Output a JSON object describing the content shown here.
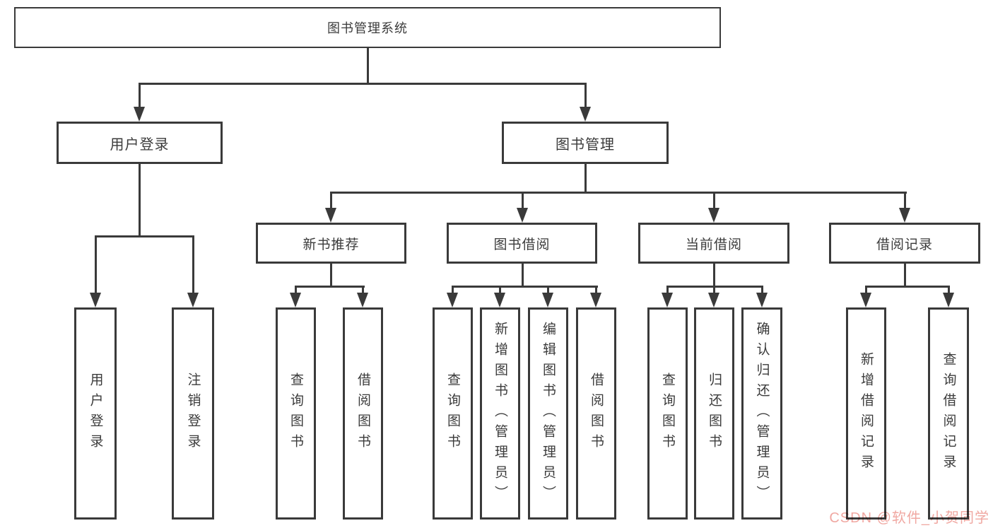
{
  "tree": {
    "root": {
      "label": "图书管理系统"
    },
    "level2": [
      {
        "label": "用户登录",
        "leaves": [
          "用户登录",
          "注销登录"
        ]
      },
      {
        "label": "图书管理",
        "groups": [
          {
            "label": "新书推荐",
            "leaves": [
              "查询图书",
              "借阅图书"
            ]
          },
          {
            "label": "图书借阅",
            "leaves": [
              "查询图书",
              "新增图书（管理员）",
              "编辑图书（管理员）",
              "借阅图书"
            ]
          },
          {
            "label": "当前借阅",
            "leaves": [
              "查询图书",
              "归还图书",
              "确认归还（管理员）"
            ]
          },
          {
            "label": "借阅记录",
            "leaves": [
              "新增借阅记录",
              "查询借阅记录"
            ]
          }
        ]
      }
    ]
  },
  "watermark": {
    "text": "CSDN @软件_小贺同学",
    "color": "#f0a8a2"
  },
  "colors": {
    "line": "#3a3a3a",
    "text": "#3b3b3b",
    "background": "#ffffff"
  }
}
